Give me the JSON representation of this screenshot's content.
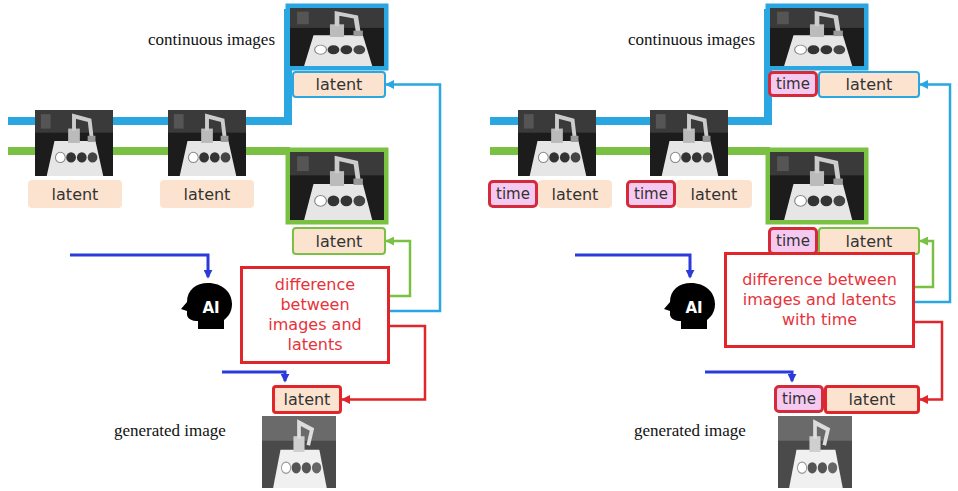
{
  "diagram": {
    "nodes": [
      {
        "text": [
          "latent"
        ]
      },
      {
        "text": [
          "latent"
        ]
      },
      {
        "text": [
          "latent"
        ]
      },
      {
        "text": [
          "latent"
        ]
      },
      {
        "text": [
          "AI"
        ]
      },
      {
        "text": [
          "difference between images and latents"
        ]
      },
      {
        "text": [
          "latent"
        ]
      },
      {
        "text": [
          "time"
        ]
      },
      {
        "text": [
          "latent"
        ]
      },
      {
        "text": [
          "time"
        ]
      },
      {
        "text": [
          "latent"
        ]
      },
      {
        "text": [
          "time"
        ]
      },
      {
        "text": [
          "latent"
        ]
      },
      {
        "text": [
          "time"
        ]
      },
      {
        "text": [
          "latent"
        ]
      },
      {
        "text": [
          "AI"
        ]
      },
      {
        "text": [
          "difference between images and latents with time"
        ]
      },
      {
        "text": [
          "time"
        ]
      },
      {
        "text": [
          "latent"
        ]
      }
    ],
    "edges": [
      {
        "from": 5,
        "to": 2,
        "arrow": "to"
      },
      {
        "from": 5,
        "to": 3,
        "arrow": "to"
      },
      {
        "from": 5,
        "to": 6,
        "arrow": "to"
      },
      {
        "from": 16,
        "to": 12,
        "arrow": "to"
      },
      {
        "from": 16,
        "to": 14,
        "arrow": "to"
      },
      {
        "from": 16,
        "to": 18,
        "arrow": "to"
      }
    ],
    "labels": [
      "continuous images",
      "generated image",
      "continuous images",
      "generated image"
    ]
  }
}
